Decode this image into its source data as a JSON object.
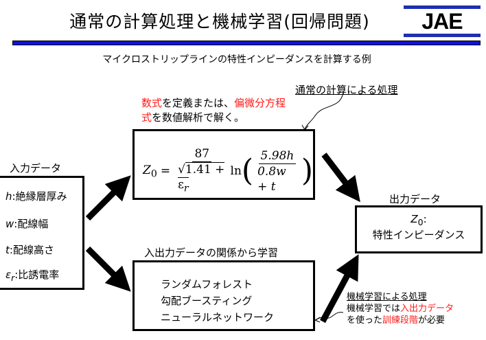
{
  "title": "通常の計算処理と機械学習(回帰問題)",
  "logo": "JAE",
  "subtitle": "マイクロストリップラインの特性インピーダンスを計算する例",
  "normal_label": "通常の計算による処理",
  "normal_desc": {
    "r1": "数式",
    "b1": "を定義または、",
    "r2": "偏微分方程",
    "r3": "式",
    "b2": "を数値解析で解く。"
  },
  "formula": {
    "lhs": "Z",
    "lhs_sub": "0",
    "eq": "=",
    "num1": "87",
    "den1_sqrt": "√",
    "den1": "1.41 + ε",
    "den1_sub": "r",
    "ln": "ln",
    "lparen": "(",
    "num2": "5.98h",
    "den2": "0.8w + t",
    "rparen": ")"
  },
  "input": {
    "label": "入力データ",
    "items": [
      {
        "var": "h",
        "sub": "",
        "text": ":絶縁層厚み"
      },
      {
        "var": "w",
        "sub": "",
        "text": ":配線幅"
      },
      {
        "var": "t",
        "sub": "",
        "text": ":配線高さ"
      },
      {
        "var": "ε",
        "sub": "r",
        "text": ":比誘電率"
      }
    ]
  },
  "output": {
    "label": "出力データ",
    "var": "Z",
    "sub": "0",
    "colon": ":",
    "text": "特性インピーダンス"
  },
  "ml_label": "入出力データの関係から学習",
  "ml_methods": [
    "ランダムフォレスト",
    "勾配ブースティング",
    "ニューラルネットワーク"
  ],
  "ml_note": {
    "title": "機械学習による処理",
    "b1": "機械学習では",
    "r1": "入出力データ",
    "b2": "を使った",
    "r2": "訓練段階",
    "b3": "が必要"
  },
  "colors": {
    "accent": "#1010e0",
    "logo_blue": "#1e2fb0",
    "highlight": "#ff1a1a"
  }
}
